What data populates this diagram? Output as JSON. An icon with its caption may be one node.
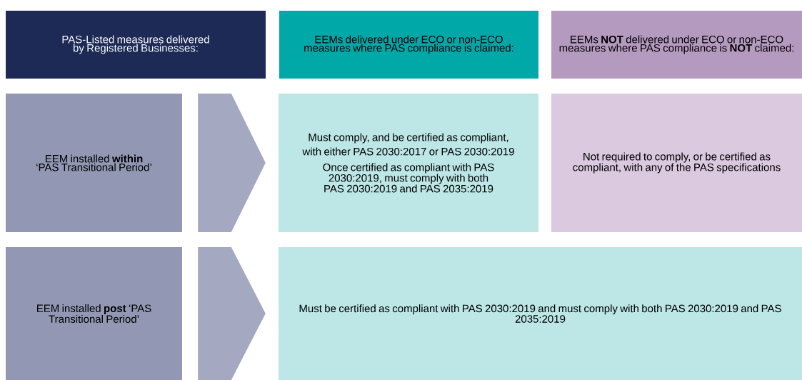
{
  "diagram": {
    "nodes": [
      {
        "text": [
          "PAS-Listed measures delivered by Registered Businesses:"
        ]
      },
      {
        "text": [
          "EEMs delivered under ECO or non-ECO measures where PAS compliance is claimed:"
        ]
      },
      {
        "text": [
          "EEMs **NOT** delivered under ECO or non-ECO measures where PAS compliance is **NOT** claimed:"
        ]
      },
      {
        "text": [
          "EEM installed **within** ‘PAS Transitional Period’"
        ]
      },
      {
        "text": [
          "Must comply, and be certified as compliant, with either PAS 2030:2017 or PAS 2030:2019",
          "Once certified as compliant with PAS 2030:2019, must comply with both PAS 2030:2019 and PAS 2035:2019"
        ]
      },
      {
        "text": [
          "Not required to comply, or be certified as compliant, with any of the PAS specifications"
        ]
      },
      {
        "text": [
          "EEM installed **post** ‘PAS Transitional Period’"
        ]
      },
      {
        "text": [
          "Must be certified as compliant with PAS 2030:2019 and must comply with both PAS 2030:2019 and PAS 2035:2019"
        ]
      }
    ],
    "edges": [
      {
        "from": 3,
        "to": 4,
        "arrow": "to"
      },
      {
        "from": 6,
        "to": 7,
        "arrow": "to"
      }
    ]
  }
}
